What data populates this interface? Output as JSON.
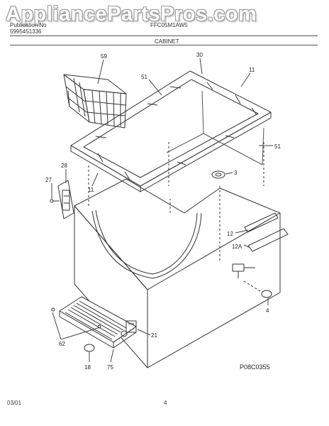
{
  "watermark": "AppliancePartsPros.com",
  "header": {
    "left_line1": "Publication No",
    "left_line2": "5995451336",
    "model": "FFC05M1AW5",
    "section_title": "CABINET"
  },
  "footer": {
    "date": "03/01",
    "page_number": "4"
  },
  "figure_code": "P08C0355",
  "callouts": {
    "c59": "59",
    "c30": "30",
    "c11a": "11",
    "c51a": "51",
    "c51b": "51",
    "c28": "28",
    "c3": "3",
    "c27": "27",
    "c11b": "11",
    "c12": "12",
    "c12a": "12A",
    "c4": "4",
    "c21": "21",
    "c62": "62",
    "c18": "18",
    "c75": "75"
  },
  "colors": {
    "line": "#333333",
    "watermark_outline": "#9a9a9a"
  }
}
